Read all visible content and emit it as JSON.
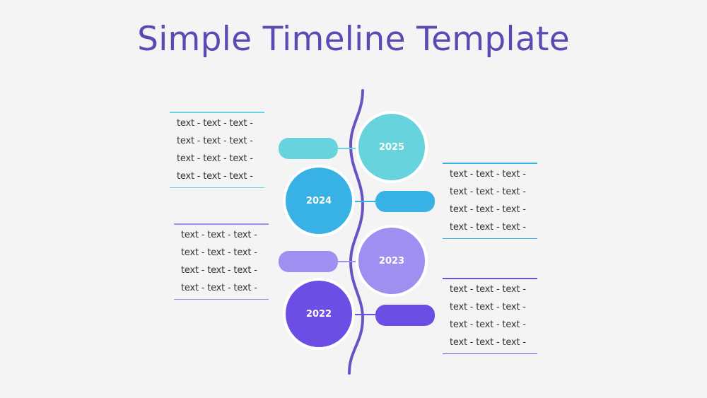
{
  "title": "Simple Timeline Template",
  "colors": {
    "title": "#5b4ab2",
    "spine": "#6a52c4",
    "year_2025": "#67d3dc",
    "year_2024": "#38b2e4",
    "year_2023": "#a08ef0",
    "year_2022": "#6c4ee4",
    "background": "#f4f4f4"
  },
  "timeline": {
    "items": [
      {
        "year": "2025",
        "side": "right",
        "text_side": "left",
        "color": "#67d3dc",
        "lines": [
          "text - text - text -",
          "text - text - text -",
          "text - text - text -",
          "text - text - text -"
        ]
      },
      {
        "year": "2024",
        "side": "left",
        "text_side": "right",
        "color": "#38b2e4",
        "lines": [
          "text - text - text -",
          "text - text - text -",
          "text - text - text -",
          "text - text - text -"
        ]
      },
      {
        "year": "2023",
        "side": "right",
        "text_side": "left",
        "color": "#a08ef0",
        "lines": [
          "text - text - text -",
          "text - text - text -",
          "text - text - text -",
          "text - text - text -"
        ]
      },
      {
        "year": "2022",
        "side": "left",
        "text_side": "right",
        "color": "#6c4ee4",
        "lines": [
          "text - text - text -",
          "text - text - text -",
          "text - text - text -",
          "text - text - text -"
        ]
      }
    ]
  }
}
